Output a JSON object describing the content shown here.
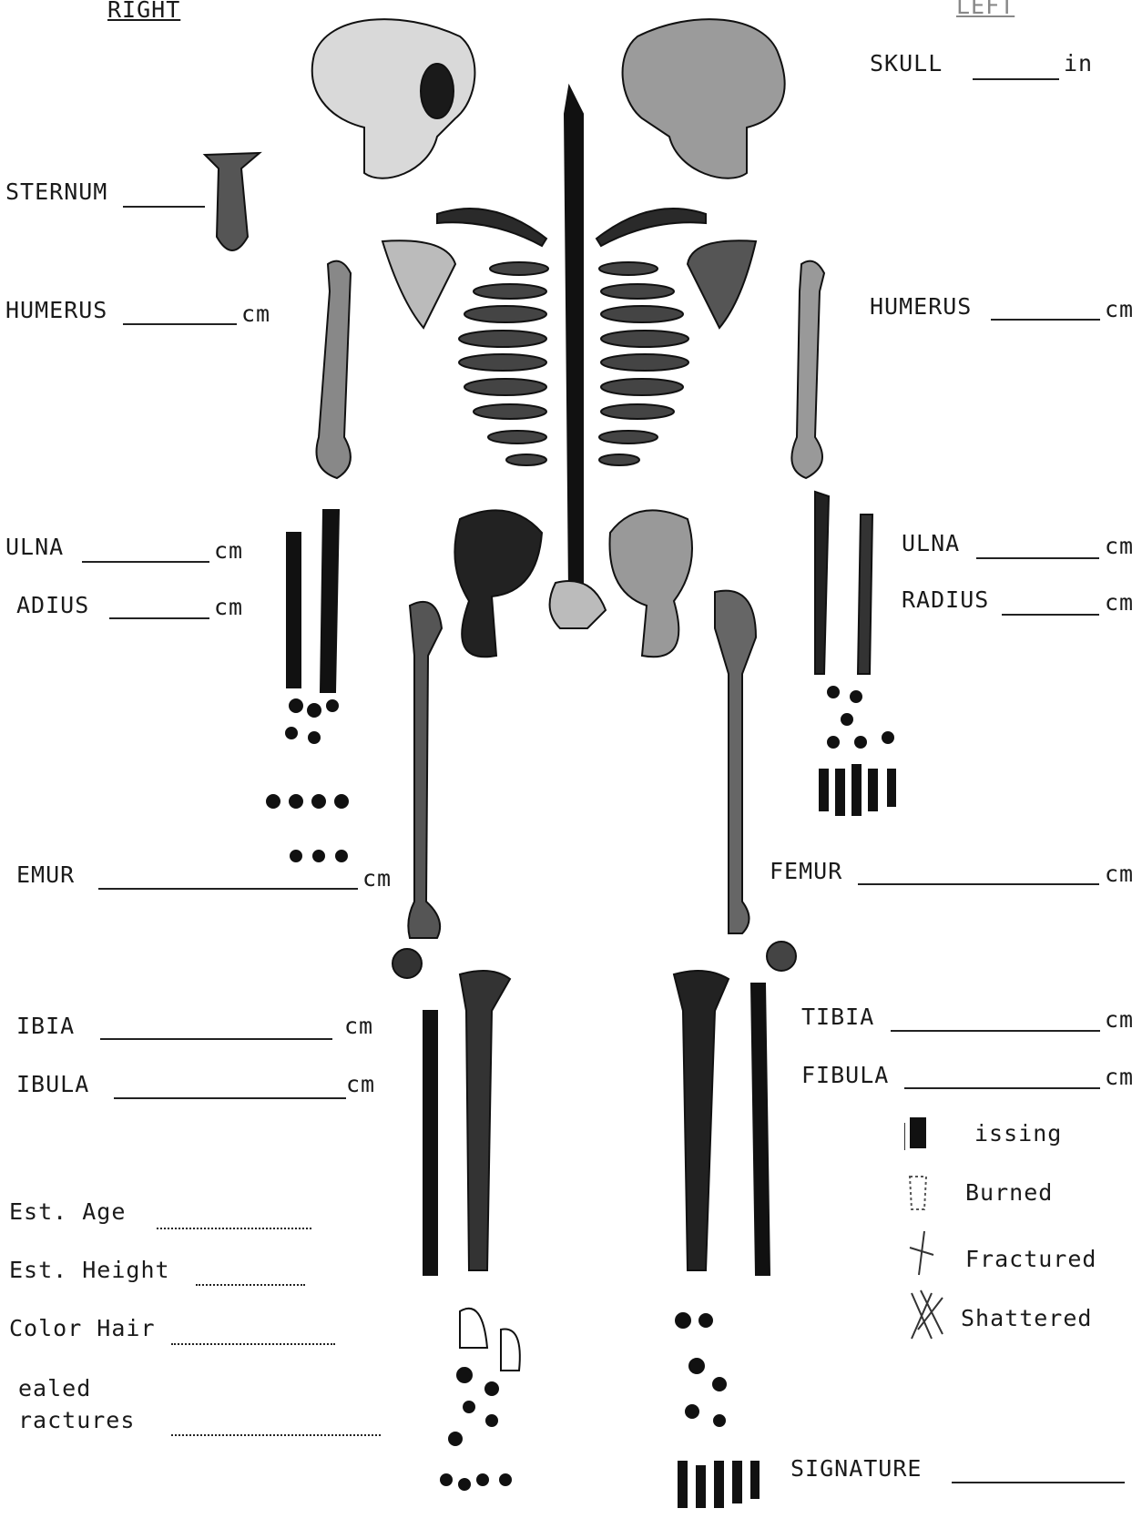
{
  "headers": {
    "right": "RIGHT",
    "left": "LEFT"
  },
  "right_side": {
    "sternum": {
      "label": "STERNUM"
    },
    "humerus": {
      "label": "HUMERUS",
      "unit": "cm"
    },
    "ulna": {
      "label": "ULNA",
      "unit": "cm"
    },
    "radius": {
      "label": "ADIUS",
      "unit": "cm"
    },
    "femur": {
      "label": "EMUR",
      "unit": "cm"
    },
    "tibia": {
      "label": "IBIA",
      "unit": "cm"
    },
    "fibula": {
      "label": "IBULA",
      "unit": "cm"
    }
  },
  "left_side": {
    "skull": {
      "label": "SKULL",
      "unit": "in"
    },
    "humerus": {
      "label": "HUMERUS",
      "unit": "cm"
    },
    "ulna": {
      "label": "ULNA",
      "unit": "cm"
    },
    "radius": {
      "label": "RADIUS",
      "unit": "cm"
    },
    "femur": {
      "label": "FEMUR",
      "unit": "cm"
    },
    "tibia": {
      "label": "TIBIA",
      "unit": "cm"
    },
    "fibula": {
      "label": "FIBULA",
      "unit": "cm"
    }
  },
  "estimates": {
    "age_label": "Est. Age",
    "height_label": "Est. Height",
    "hair_label": "Color Hair",
    "fractures_label_1": "ealed",
    "fractures_label_2": "ractures"
  },
  "legend": {
    "missing": "issing",
    "burned": "Burned",
    "fractured": "Fractured",
    "shattered": "Shattered"
  },
  "signature": {
    "label": "SIGNATURE"
  }
}
